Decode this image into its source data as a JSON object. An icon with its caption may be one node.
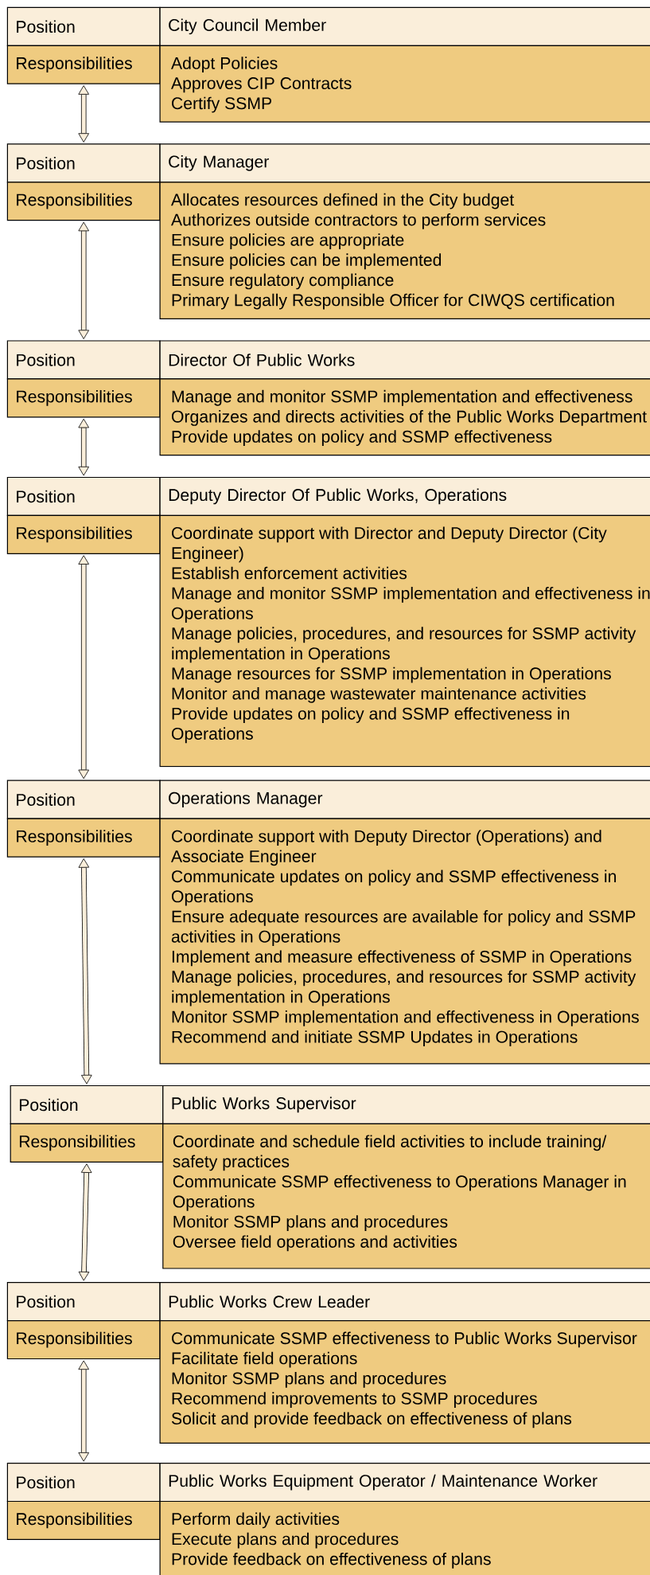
{
  "diagram": {
    "nodes": [
      {
        "text": [
          "Position"
        ]
      },
      {
        "text": [
          "City Council Member"
        ]
      },
      {
        "text": [
          "Responsibilities"
        ]
      },
      {
        "text": [
          "Adopt Policies",
          "Approves CIP Contracts",
          "Certify SSMP"
        ]
      },
      {
        "text": [
          "Position"
        ]
      },
      {
        "text": [
          "City Manager"
        ]
      },
      {
        "text": [
          "Responsibilities"
        ]
      },
      {
        "text": [
          "Allocates resources defined in the City budget",
          "Authorizes outside contractors to perform services",
          "Ensure policies are appropriate",
          "Ensure policies can be implemented",
          "Ensure regulatory compliance",
          "Primary Legally Responsible Officer for CIWQS certification"
        ]
      },
      {
        "text": [
          "Position"
        ]
      },
      {
        "text": [
          "Director Of Public Works"
        ]
      },
      {
        "text": [
          "Responsibilities"
        ]
      },
      {
        "text": [
          "Manage and monitor SSMP implementation and effectiveness",
          "Organizes and directs activities of the Public Works Department",
          "Provide updates on policy and SSMP effectiveness"
        ]
      },
      {
        "text": [
          "Position"
        ]
      },
      {
        "text": [
          "Deputy Director Of Public Works, Operations"
        ]
      },
      {
        "text": [
          "Responsibilities"
        ]
      },
      {
        "text": [
          "Coordinate support with Director and Deputy Director (City Engineer)",
          "Establish enforcement activities",
          "Manage and monitor SSMP implementation and effectiveness in Operations",
          "Manage policies, procedures, and resources for SSMP activity implementation in Operations",
          "Manage resources for SSMP implementation in Operations",
          "Monitor and manage wastewater maintenance activities",
          "Provide updates on policy and SSMP effectiveness in Operations"
        ]
      },
      {
        "text": [
          "Position"
        ]
      },
      {
        "text": [
          "Operations Manager"
        ]
      },
      {
        "text": [
          "Responsibilities"
        ]
      },
      {
        "text": [
          "Coordinate support with Deputy Director (Operations) and Associate Engineer",
          "Communicate updates on policy and SSMP effectiveness in Operations",
          "Ensure adequate resources are available for policy and SSMP activities in Operations",
          "Implement and measure effectiveness of SSMP in Operations",
          "Manage policies, procedures, and resources for SSMP activity implementation in Operations",
          "Monitor SSMP implementation and effectiveness in Operations",
          "Recommend and initiate SSMP Updates in Operations"
        ]
      },
      {
        "text": [
          "Position"
        ]
      },
      {
        "text": [
          "Public Works Supervisor"
        ]
      },
      {
        "text": [
          "Responsibilities"
        ]
      },
      {
        "text": [
          "Coordinate and schedule field activities to include training/ safety practices",
          "Communicate SSMP effectiveness to Operations Manager in Operations",
          "Monitor SSMP plans and procedures",
          "Oversee field operations and activities"
        ]
      },
      {
        "text": [
          "Position"
        ]
      },
      {
        "text": [
          "Public Works Crew Leader"
        ]
      },
      {
        "text": [
          "Responsibilities"
        ]
      },
      {
        "text": [
          "Communicate SSMP effectiveness to Public Works Supervisor",
          "Facilitate field operations",
          "Monitor SSMP plans and procedures",
          "Recommend improvements to SSMP procedures",
          "Solicit and provide feedback on effectiveness of plans"
        ]
      },
      {
        "text": [
          "Position"
        ]
      },
      {
        "text": [
          "Public Works Equipment Operator / Maintenance Worker"
        ]
      },
      {
        "text": [
          "Responsibilities"
        ]
      },
      {
        "text": [
          "Perform daily activities",
          "Execute plans and procedures",
          "Provide feedback on effectiveness of plans"
        ]
      }
    ],
    "edges": [
      {
        "from": 2,
        "to": 4,
        "arrow": "both"
      },
      {
        "from": 6,
        "to": 8,
        "arrow": "both"
      },
      {
        "from": 10,
        "to": 12,
        "arrow": "both"
      },
      {
        "from": 14,
        "to": 16,
        "arrow": "both"
      },
      {
        "from": 18,
        "to": 20,
        "arrow": "both"
      },
      {
        "from": 22,
        "to": 24,
        "arrow": "both"
      },
      {
        "from": 26,
        "to": 28,
        "arrow": "both"
      }
    ]
  }
}
